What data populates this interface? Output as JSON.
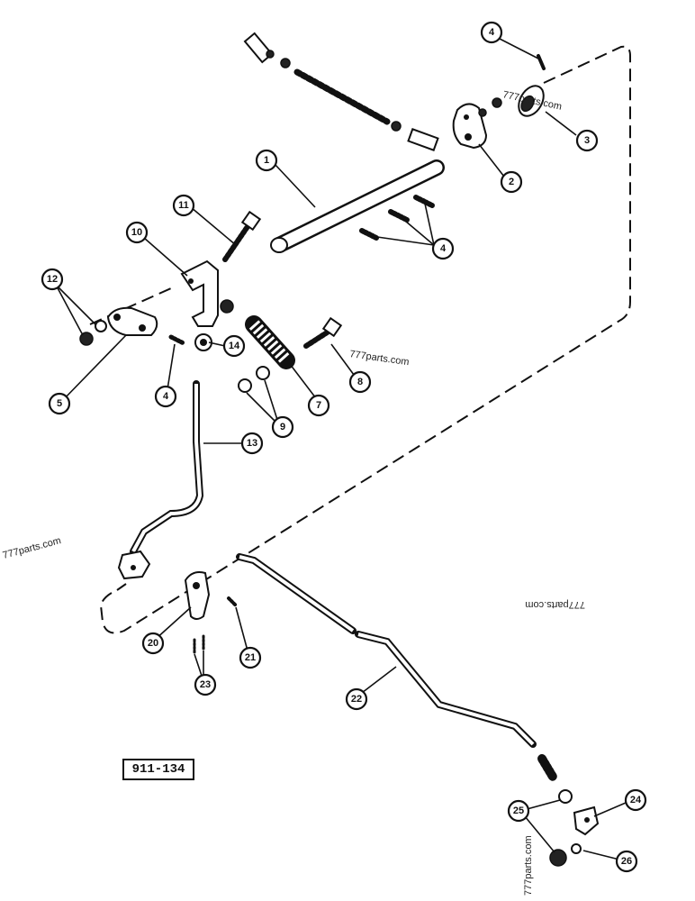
{
  "figure_number": "911-134",
  "watermark": "777parts.com",
  "callouts": [
    "1",
    "2",
    "3",
    "4",
    "4",
    "4",
    "5",
    "7",
    "8",
    "9",
    "10",
    "11",
    "12",
    "13",
    "14",
    "20",
    "21",
    "22",
    "23",
    "24",
    "25",
    "26"
  ]
}
